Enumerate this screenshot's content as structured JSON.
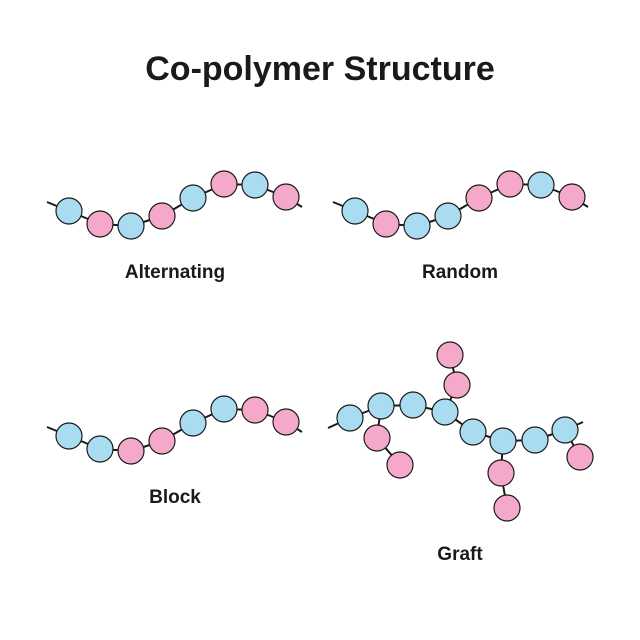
{
  "title": "Co-polymer Structure",
  "labels": {
    "alternating": "Alternating",
    "random": "Random",
    "block": "Block",
    "graft": "Graft"
  },
  "colors": {
    "monomer_a": "#a9dcf1",
    "monomer_b": "#f4a9cb",
    "bond": "#1a1a1a"
  },
  "chains": {
    "alternating": [
      "A",
      "B",
      "A",
      "B",
      "A",
      "B",
      "A",
      "B"
    ],
    "random": [
      "A",
      "B",
      "A",
      "A",
      "B",
      "B",
      "A",
      "B"
    ],
    "block": [
      "A",
      "A",
      "B",
      "B",
      "A",
      "A",
      "B",
      "B"
    ],
    "graft_backbone": [
      "A",
      "A",
      "A",
      "A",
      "A",
      "A",
      "A",
      "A"
    ],
    "graft_branches": [
      [
        "B",
        "B"
      ],
      [
        "B",
        "B"
      ],
      [
        "B",
        "B"
      ],
      [
        "B"
      ]
    ]
  }
}
